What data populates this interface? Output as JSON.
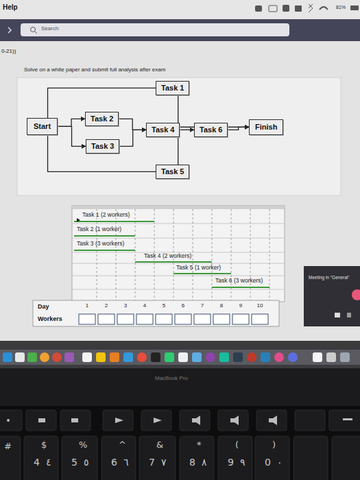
{
  "diagram": {
    "nodes": [
      {
        "text": [
          "Start"
        ]
      },
      {
        "text": [
          "Task 1"
        ]
      },
      {
        "text": [
          "Task 2"
        ]
      },
      {
        "text": [
          "Task 3"
        ]
      },
      {
        "text": [
          "Task 4"
        ]
      },
      {
        "text": [
          "Task 6"
        ]
      },
      {
        "text": [
          "Finish"
        ]
      },
      {
        "text": [
          "Task 5"
        ]
      }
    ],
    "edges": [
      {
        "from": 0,
        "to": 1,
        "arrow": "none"
      },
      {
        "from": 1,
        "to": 6,
        "arrow": "to"
      },
      {
        "from": 0,
        "to": 2,
        "arrow": "to"
      },
      {
        "from": 0,
        "to": 3,
        "arrow": "to"
      },
      {
        "from": 2,
        "to": 4,
        "arrow": "to"
      },
      {
        "from": 3,
        "to": 4,
        "arrow": "to"
      },
      {
        "from": 4,
        "to": 5,
        "arrow": "to"
      },
      {
        "from": 5,
        "to": 6,
        "arrow": "to"
      },
      {
        "from": 0,
        "to": 7,
        "arrow": "none"
      },
      {
        "from": 7,
        "to": 6,
        "arrow": "none"
      }
    ],
    "labels": [
      "Help",
      "81%",
      "Search",
      "0-21))",
      "Solve on a white paper and submit full analysis after exam",
      "Task 1 (2 workers)",
      "Task 2 (1 worker)",
      "Task 3 (3 workers)",
      "Task 4 (2 workers)",
      "Task 5 (1 worker)",
      "Task 6 (3 workers)",
      "Day",
      "1",
      "2",
      "3",
      "4",
      "5",
      "6",
      "7",
      "8",
      "9",
      "10",
      "Workers",
      "Meeting in \"General\"",
      "MacBook Pro",
      "#",
      "$",
      "4",
      "٤",
      "%",
      "5",
      "٥",
      "^",
      "6",
      "٦",
      "&",
      "7",
      "٧",
      "*",
      "8",
      "٨",
      "(",
      "9",
      "٩",
      ")",
      "0",
      "٠"
    ]
  }
}
